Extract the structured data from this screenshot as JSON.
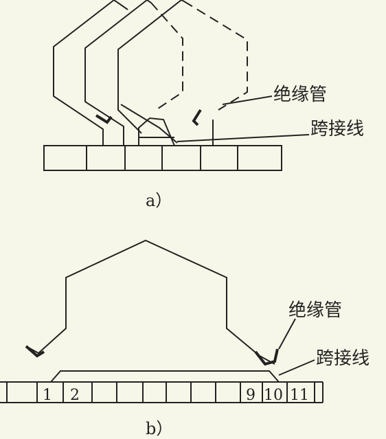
{
  "colors": {
    "background": "#f7f7e9",
    "line": "#222222"
  },
  "figure_a": {
    "caption": "a）",
    "labels": {
      "insulation_tube": "绝缘管",
      "jumper_wire": "跨接线"
    }
  },
  "figure_b": {
    "caption": "b）",
    "labels": {
      "insulation_tube": "绝缘管",
      "jumper_wire": "跨接线"
    },
    "slot_numbers": [
      "1",
      "2",
      "9",
      "10",
      "11"
    ]
  }
}
